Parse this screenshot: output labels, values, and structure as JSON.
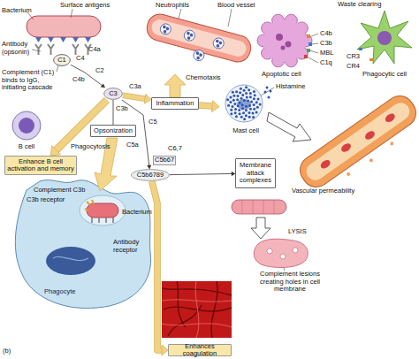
{
  "diagram": {
    "nodes": [
      {
        "text": [
          "C1"
        ]
      },
      {
        "text": [
          "C3"
        ]
      },
      {
        "text": [
          "C5b6789"
        ]
      },
      {
        "text": [
          "B cell"
        ]
      },
      {
        "text": [
          "Enhance B cell activation and memory"
        ]
      },
      {
        "text": [
          "Inflammation"
        ]
      },
      {
        "text": [
          "Mast cell"
        ]
      },
      {
        "text": [
          "Opsonization"
        ]
      },
      {
        "text": [
          "Membrane attack complexes"
        ]
      },
      {
        "text": [
          "Enhances coagulation"
        ]
      }
    ],
    "edges": [
      {
        "from": 0,
        "to": 1,
        "arrow": "to"
      },
      {
        "from": 1,
        "to": 4,
        "arrow": "to"
      },
      {
        "from": 1,
        "to": 5,
        "arrow": "to"
      },
      {
        "from": 5,
        "to": 6,
        "arrow": "to"
      },
      {
        "from": 1,
        "to": 7,
        "arrow": "none"
      },
      {
        "from": 1,
        "to": 2,
        "arrow": "to"
      },
      {
        "from": 2,
        "to": 9,
        "arrow": "to"
      },
      {
        "from": 2,
        "to": 8,
        "arrow": "to"
      }
    ],
    "labels": [
      "Waste clearing",
      "Bacterium",
      "Surface antigens",
      "Antibody (opsonin)",
      "Complement (C1) binds to IgG, initiating cascade",
      "C4",
      "C4a",
      "C4b",
      "C2",
      "C3a",
      "C3b",
      "C5",
      "C5a",
      "C6,7",
      "C5b67",
      "Neutrophils",
      "Blood vessel",
      "Chemotaxis",
      "Apoptotic cell",
      "C4b",
      "C3b",
      "MBL",
      "C1q",
      "CR3",
      "CR4",
      "Phagocytic cell",
      "Histamine",
      "Vascular permeability",
      "Phagocytosis",
      "Complement C3b",
      "C3b receptor",
      "Bacterium",
      "Antibody receptor",
      "Phagocyte",
      "LYSIS",
      "Complement lesions creating holes in cell membrane",
      "(b)"
    ]
  }
}
